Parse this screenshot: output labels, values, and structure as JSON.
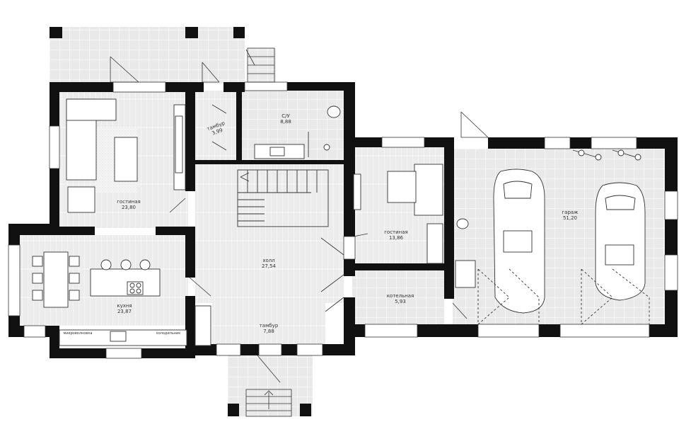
{
  "colors": {
    "wall": "#111111",
    "floor": "#e8e8e8",
    "grid": "#ffffff",
    "line": "#333333",
    "window": "#ffffff"
  },
  "rooms": {
    "terrace_top": {},
    "living1": {
      "name": "гостиная",
      "area": "23,80"
    },
    "tambur1": {
      "name": "тамбур",
      "area": "3,99"
    },
    "wc": {
      "name": "С/У",
      "area": "8,88"
    },
    "kitchen": {
      "name": "кухня",
      "area": "23,87"
    },
    "hall": {
      "name": "холл",
      "area": "27,54"
    },
    "living2": {
      "name": "гостиная",
      "area": "13,86"
    },
    "boiler": {
      "name": "котельная",
      "area": "5,93"
    },
    "tambur2": {
      "name": "тамбур",
      "area": "7,88"
    },
    "garage": {
      "name": "гараж",
      "area": "51,20"
    }
  },
  "fixtures": {
    "microwave": "микроволновка",
    "fridge": "холодильник"
  }
}
